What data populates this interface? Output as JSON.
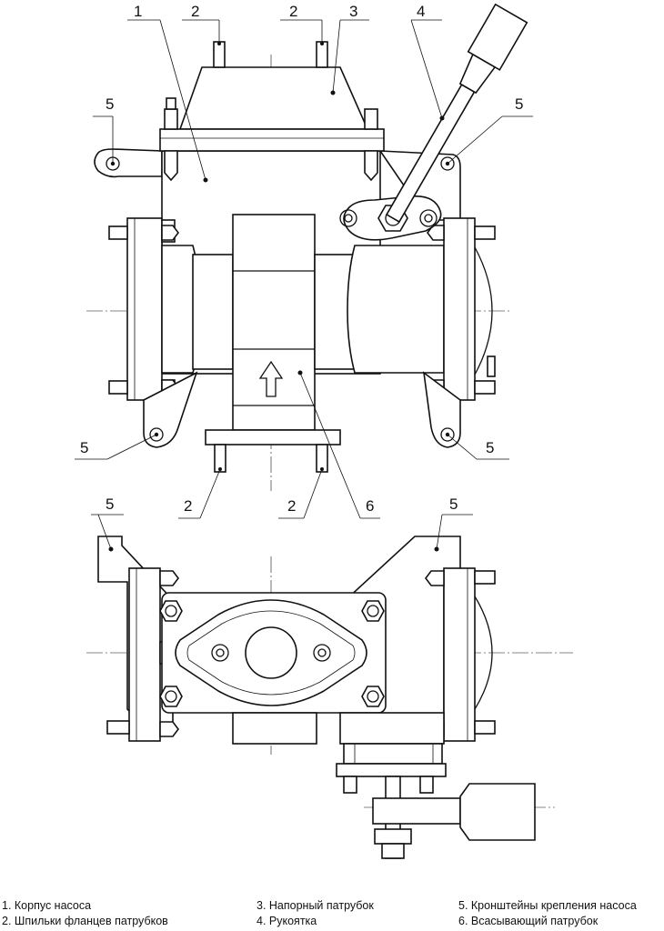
{
  "callouts": {
    "c1": "1",
    "c2a": "2",
    "c2b": "2",
    "c3": "3",
    "c4": "4",
    "c5a": "5",
    "c5b": "5",
    "c5c": "5",
    "c5d": "5",
    "c2c": "2",
    "c2d": "2",
    "c6": "6",
    "c5e": "5",
    "c5f": "5"
  },
  "legend": {
    "item1": "1. Корпус насоса",
    "item2": "2. Шпильки фланцев патрубков",
    "item3": "3. Напорный патрубок",
    "item4": "4. Рукоятка",
    "item5": "5. Кронштейны крепления насоса",
    "item6": "6. Всасывающий патрубок"
  }
}
